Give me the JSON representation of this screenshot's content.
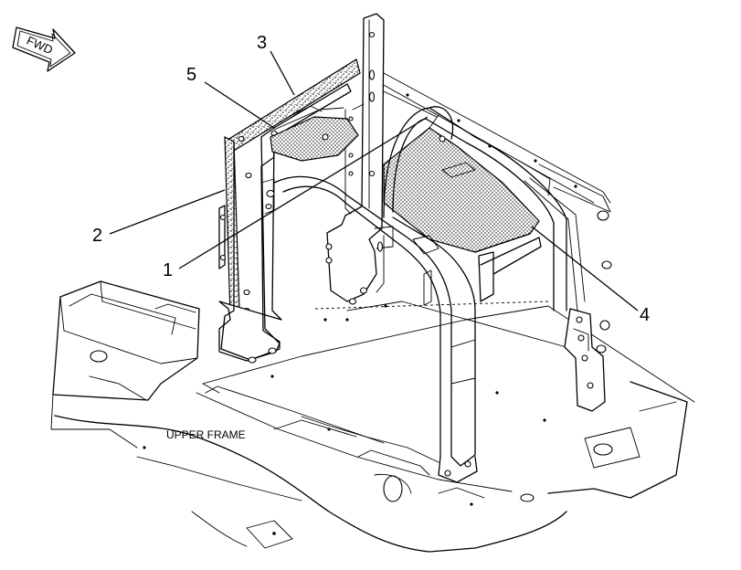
{
  "fwd_label": "FWD",
  "frame_label": "UPPER FRAME",
  "callouts": {
    "c1": "1",
    "c2": "2",
    "c3": "3",
    "c4": "4",
    "c5": "5"
  },
  "colors": {
    "line": "#000000",
    "background": "#ffffff",
    "insulation_stipple": "#000000"
  },
  "icons": {
    "fwd": "forward-direction-arrow-icon"
  }
}
